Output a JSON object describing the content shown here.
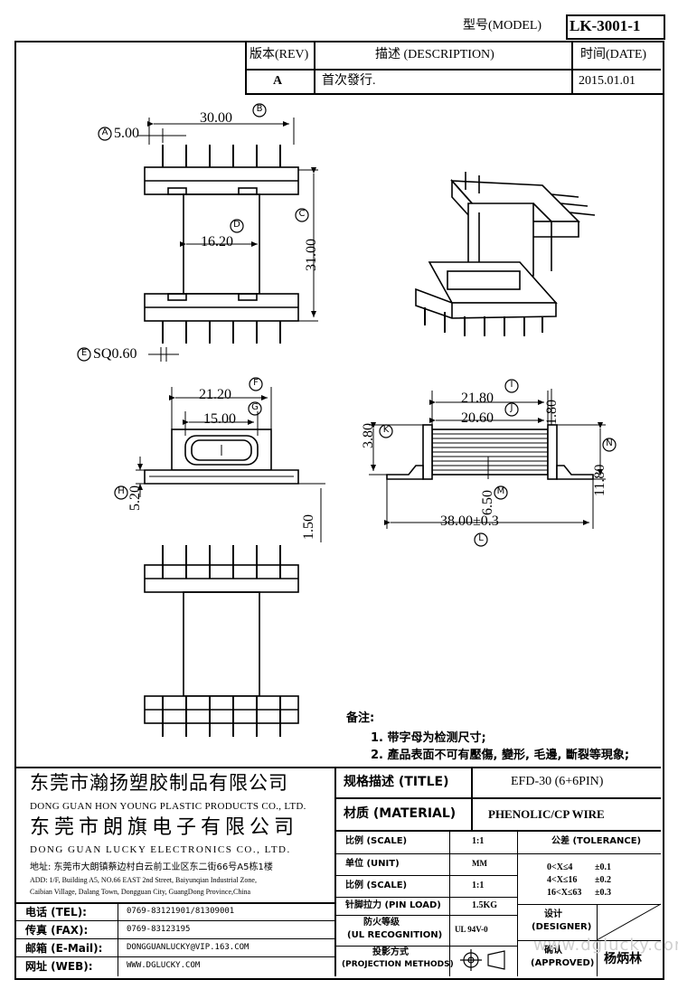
{
  "header": {
    "model_label": "型号(MODEL)",
    "model_value": "LK-3001-1",
    "rev_header": "版本(REV)",
    "desc_header": "描述 (DESCRIPTION)",
    "date_header": "时间(DATE)",
    "rev_value": "A",
    "desc_value": "首次發行.",
    "date_value": "2015.01.01"
  },
  "dimensions": {
    "a": "5.00",
    "top_width": "30.00",
    "inner_width": "16.20",
    "height": "31.00",
    "pin": "SQ0.60",
    "end_width": "21.20",
    "slot_width": "15.00",
    "end_height": "5.20",
    "pin_len": "1.50",
    "side_top": "21.80",
    "side_inner": "20.60",
    "side_left_h": "3.80",
    "side_right_top": "1.80",
    "side_right_h": "11.80",
    "side_center": "6.50",
    "side_total": "38.00±0.3"
  },
  "markers": {
    "A": "A",
    "B": "B",
    "C": "C",
    "D": "D",
    "E": "E",
    "F": "F",
    "G": "G",
    "H": "H",
    "I": "I",
    "J": "J",
    "K": "K",
    "L": "L",
    "M": "M",
    "N": "N"
  },
  "notes": {
    "title": "备注:",
    "line1": "1. 带字母为检测尺寸;",
    "line2": "2. 產品表面不可有壓傷, 變形, 毛邊, 斷裂等現象;"
  },
  "company": {
    "cn1": "东莞市瀚扬塑胶制品有限公司",
    "en1": "DONG GUAN HON YOUNG PLASTIC PRODUCTS CO., LTD.",
    "cn2": "东莞市朗旗电子有限公司",
    "en2": "DONG GUAN LUCKY ELECTRONICS CO., LTD.",
    "addr_cn": "地址: 东莞市大朗镇蔡边村白云前工业区东二街66号A5栋1楼",
    "addr_en1": "ADD: 1/F, Building A5, NO.66 EAST 2nd Street, Baiyunqian Industrial Zone,",
    "addr_en2": "Caibian Village, Dalang Town, Dongguan City, GuangDong Province,China"
  },
  "contacts": [
    {
      "label": "电话 (TEL):",
      "value": "0769-83121901/81309001"
    },
    {
      "label": "传真 (FAX):",
      "value": "0769-83123195"
    },
    {
      "label": "邮箱 (E-Mail):",
      "value": "DONGGUANLUCKY@VIP.163.COM"
    },
    {
      "label": "网址 (WEB):",
      "value": "WWW.DGLUCKY.COM"
    }
  ],
  "spec": {
    "title_label": "规格描述 (TITLE)",
    "title_value": "EFD-30 (6+6PIN)",
    "material_label": "材质 (MATERIAL)",
    "material_value": "PHENOLIC/CP WIRE",
    "scale_label_1": "比例 (SCALE)",
    "scale_value_1": "1:1",
    "unit_label": "单位 (UNIT)",
    "unit_value": "MM",
    "scale_label_2": "比例 (SCALE)",
    "scale_value_2": "1:1",
    "pinload_label": "针脚拉力 (PIN LOAD)",
    "pinload_value": "1.5KG",
    "ul_label_1": "防火等级",
    "ul_label_2": "(UL RECOGNITION)",
    "ul_value": "UL 94V-0",
    "proj_label_1": "投影方式",
    "proj_label_2": "(PROJECTION METHODS)",
    "tolerance_header": "公差 (TOLERANCE)",
    "tol_rows": [
      {
        "range": "0<X≤4",
        "value": "±0.1"
      },
      {
        "range": "4<X≤16",
        "value": "±0.2"
      },
      {
        "range": "16<X≤63",
        "value": "±0.3"
      }
    ],
    "designer_label_1": "设计",
    "designer_label_2": "(DESIGNER)",
    "approved_label_1": "确认",
    "approved_label_2": "(APPROVED)",
    "approved_value": "杨炳林",
    "watermark": "www.dglucky.com"
  }
}
